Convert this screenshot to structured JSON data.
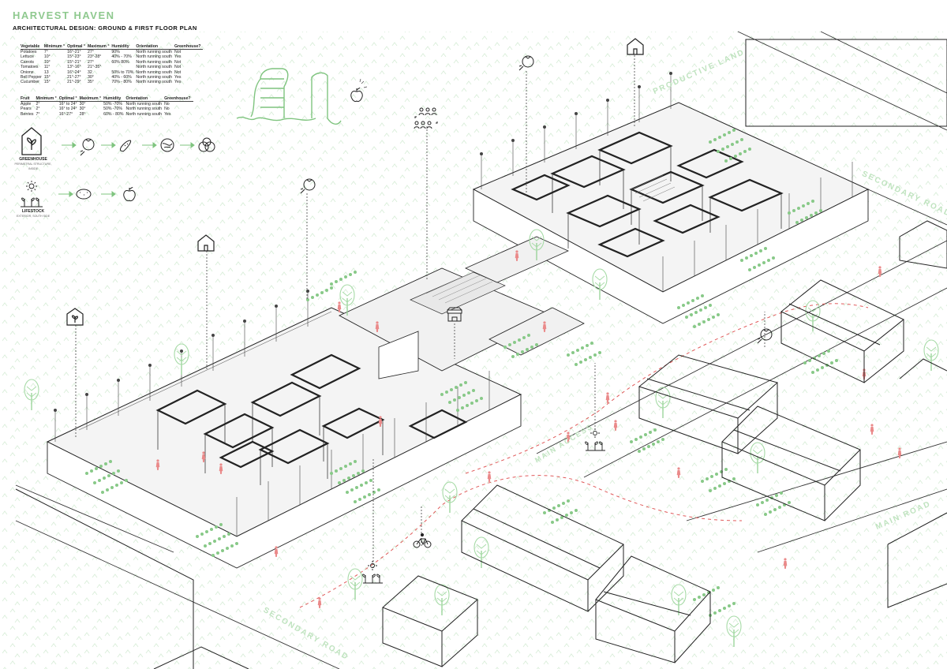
{
  "header": {
    "title": "HARVEST HAVEN",
    "subtitle": "ARCHITECTURAL DESIGN: GROUND & FIRST FLOOR PLAN"
  },
  "vegetable_table": {
    "headers": [
      "Vegetable",
      "Minimum °",
      "Optimal °",
      "Maximum °",
      "Humidity",
      "Orientation",
      "Greenhouse?"
    ],
    "rows": [
      [
        "Potatoes",
        "7°",
        "16°-21°",
        "27°",
        "90%",
        "North running south",
        "Not"
      ],
      [
        "Lettuce",
        "10°",
        "15°-23°",
        "23°-28°",
        "40% - 70%",
        "North running south",
        "Yes"
      ],
      [
        "Carrots",
        "10°",
        "15°-21°",
        "27°",
        "60% 80%",
        "North running south",
        "Not"
      ],
      [
        "Tomatoes",
        "11°",
        "13°-16°",
        "21°-35°",
        "",
        "North running south",
        "Not"
      ],
      [
        "Onions",
        "13",
        "16°-24°",
        "32",
        "50% to 70%",
        "North running south",
        "Not"
      ],
      [
        "Bell Pepper",
        "15°",
        "21°-27°",
        "30°",
        "40% - 60%",
        "North running south",
        "Yes"
      ],
      [
        "Cucumber",
        "15°",
        "21°-29°",
        "35°",
        "70% - 80%",
        "North running south",
        "Yes"
      ]
    ]
  },
  "fruit_table": {
    "headers": [
      "Fruit",
      "Minimum °",
      "Optimal °",
      "Maximum °",
      "Humidity",
      "Orientation",
      "Greenhouse?"
    ],
    "rows": [
      [
        "Apple",
        "2°",
        "16° to 24°",
        "30°",
        "50% -70%",
        "North running south",
        "No"
      ],
      [
        "Pears",
        "2°",
        "16° to 24°",
        "30°",
        "50% -70%",
        "North running south",
        "No"
      ],
      [
        "Berries",
        "7°",
        "16°-27°",
        "28°",
        "60% - 80%",
        "North running south",
        "Yes"
      ]
    ]
  },
  "legend": {
    "greenhouse_label": "GREENHOUSE",
    "greenhouse_note": "PERIMETRAL STRUCTURE, INSIDE",
    "lifestock_label": "LIFESTOCK",
    "lifestock_note": "EXTERIOR, SOUTH SIDE"
  },
  "site_labels": {
    "productive_land": "PRODUCTIVE LAND",
    "secondary_road_right": "SECONDARY ROAD",
    "main_access": "MAIN ACCESS",
    "main_road": "MAIN ROAD",
    "secondary_road_bottom": "SECONDARY ROAD"
  },
  "icon_names": [
    "greenhouse-icon",
    "sun-icon",
    "sprouts-icon",
    "tomato-icon",
    "cucumber-icon",
    "lettuce-icon",
    "onions-icon",
    "potato-icon",
    "apple-icon",
    "house-icon",
    "people-icon",
    "market-icon",
    "bicycle-icon",
    "vegetables-icon"
  ],
  "colors": {
    "title_green": "#8fc98f",
    "plant_green": "#7fc47f",
    "people_red": "#e87c7c",
    "path_red": "#e04646",
    "label_green": "#bfe3bf",
    "line": "#222222",
    "pattern_green": "#e3f2e3"
  }
}
